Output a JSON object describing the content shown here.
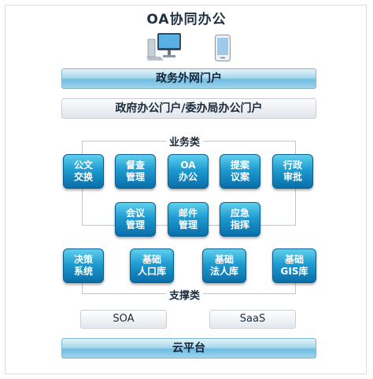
{
  "title": "OA协同办公",
  "icons": {
    "desktop": "desktop-computer-icon",
    "mobile": "smartphone-icon"
  },
  "layers": {
    "portal_outer": "政务外网门户",
    "portal_inner": "政府办公门户/委办局办公门户",
    "business_label": "业务类",
    "support_label": "支撑类",
    "cloud": "云平台"
  },
  "business_row1": [
    {
      "l1": "公文",
      "l2": "交换"
    },
    {
      "l1": "督查",
      "l2": "管理"
    },
    {
      "l1": "OA",
      "l2": "办公"
    },
    {
      "l1": "提案",
      "l2": "议案"
    },
    {
      "l1": "行政",
      "l2": "审批"
    }
  ],
  "business_row2": [
    {
      "l1": "会议",
      "l2": "管理"
    },
    {
      "l1": "邮件",
      "l2": "管理"
    },
    {
      "l1": "应急",
      "l2": "指挥"
    }
  ],
  "support_row": [
    {
      "l1": "决策",
      "l2": "系统"
    },
    {
      "l1": "基础",
      "l2": "人口库"
    },
    {
      "l1": "基础",
      "l2": "法人库"
    },
    {
      "l1": "基础",
      "l2": "GIS库"
    }
  ],
  "support_services": [
    "SOA",
    "SaaS"
  ],
  "colors": {
    "tile_top": "#5fd0ee",
    "tile_bottom": "#0a6ea8",
    "band_blue": "#6fbde0"
  }
}
